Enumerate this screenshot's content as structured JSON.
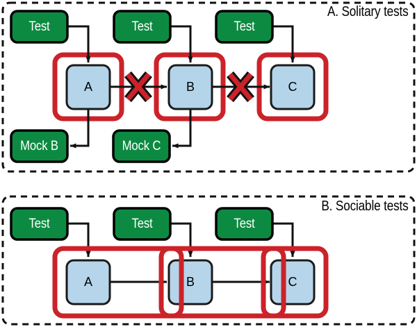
{
  "figure": {
    "panels": [
      {
        "id": "panel-a",
        "title": "A. Solitary tests",
        "test_nodes": [
          {
            "id": "test-a",
            "label": "Test"
          },
          {
            "id": "test-b",
            "label": "Test"
          },
          {
            "id": "test-c",
            "label": "Test"
          }
        ],
        "unit_nodes": [
          {
            "id": "unit-a",
            "label": "A"
          },
          {
            "id": "unit-b",
            "label": "B"
          },
          {
            "id": "unit-c",
            "label": "C"
          }
        ],
        "mock_nodes": [
          {
            "id": "mock-b",
            "label": "Mock B"
          },
          {
            "id": "mock-c",
            "label": "Mock C"
          }
        ],
        "scope_boxes": 3,
        "blocked_links": [
          {
            "from": "A",
            "to": "B",
            "blocked": true
          },
          {
            "from": "B",
            "to": "C",
            "blocked": true
          }
        ]
      },
      {
        "id": "panel-b",
        "title": "B. Sociable tests",
        "test_nodes": [
          {
            "id": "test-a2",
            "label": "Test"
          },
          {
            "id": "test-b2",
            "label": "Test"
          },
          {
            "id": "test-c2",
            "label": "Test"
          }
        ],
        "unit_nodes": [
          {
            "id": "unit-a2",
            "label": "A"
          },
          {
            "id": "unit-b2",
            "label": "B"
          },
          {
            "id": "unit-c2",
            "label": "C"
          }
        ],
        "mock_nodes": [],
        "scope_boxes": 3,
        "blocked_links": [
          {
            "from": "A",
            "to": "B",
            "blocked": false
          },
          {
            "from": "B",
            "to": "C",
            "blocked": false
          }
        ]
      }
    ],
    "colors": {
      "green_fill": "#0d8a42",
      "green_stroke": "#000000",
      "blue_fill": "#b4d4e9",
      "blue_stroke": "#1a1a1a",
      "red_scope": "#cc2229",
      "cross_red": "#cc2229",
      "cross_outline": "#111111",
      "arrow": "#111111",
      "panel_border": "#111111",
      "background": "#ffffff",
      "label_light": "#ffffff",
      "label_dark": "#000000"
    }
  }
}
